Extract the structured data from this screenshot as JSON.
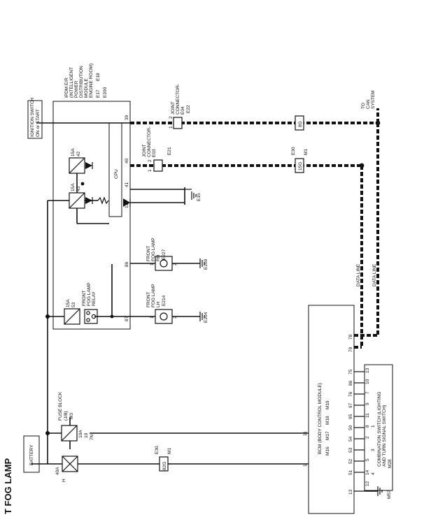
{
  "title": "T FOG LAMP",
  "battery": {
    "label": "BATTERY",
    "fuse": "40A",
    "fuse_id": "H"
  },
  "fuse_block": {
    "name": [
      "FUSE BLOCK",
      "(J/B)"
    ],
    "connector": "M3",
    "fuse": "10A",
    "fuse_no": "10",
    "pin": "7N"
  },
  "ignition": [
    "IGNITION SWITCH",
    "ON or START"
  ],
  "ipdm": {
    "name": [
      "IPDM E/R",
      "(INTELLIGENT",
      "POWER",
      "DISTRIBUTION",
      "MODULE",
      "ENGINE ROOM)"
    ],
    "connectors": [
      "E17",
      "E18",
      "E200"
    ],
    "cpu": "CPU",
    "pins": {
      "p39": "39",
      "p40": "40",
      "p41": "41",
      "p12": "12",
      "p86": "86",
      "p87": "87"
    },
    "fuses": [
      {
        "amp": "15A",
        "no": "42"
      },
      {
        "amp": "15A",
        "no": "43"
      },
      {
        "amp": "15A",
        "no": "53"
      }
    ],
    "relay": [
      "FRONT",
      "FOG LAMP",
      "RELAY"
    ]
  },
  "ground_e15": "E15",
  "joint_e04": {
    "name": [
      "JOINT",
      "CONNECTOR-",
      "E04"
    ],
    "connector": "E22",
    "pins": [
      "2",
      "1"
    ]
  },
  "joint_e03": {
    "name": [
      "JOINT",
      "CONNECTOR-",
      "E03"
    ],
    "connector": "E21",
    "pins": [
      "2",
      "1"
    ]
  },
  "harness": {
    "conn_a": "E30",
    "conn_b": "M1",
    "pin_8g": "8G",
    "pin_15g": "15G",
    "pin_82g": "82G"
  },
  "can": [
    "TO",
    "CAN",
    "SYSTEM"
  ],
  "data_line": "DATA LINE",
  "fog_rh": {
    "name": [
      "FRONT",
      "FOG LAMP",
      "RH"
    ],
    "connector": "E227",
    "ground": "E209",
    "pins": [
      "1",
      "2"
    ]
  },
  "fog_lh": {
    "name": [
      "FRONT",
      "FOG LAMP",
      "LH"
    ],
    "connector": "E214",
    "ground": "E204",
    "pins": [
      "1",
      "2"
    ]
  },
  "bcm": {
    "name": "BCM (BODY CONTROL MODULE)",
    "connectors": [
      "M16",
      "M17",
      "M18",
      "M19"
    ],
    "pins_top": [
      "79",
      "78"
    ],
    "pins_right": [
      "75",
      "86",
      "76",
      "97",
      "95",
      "50",
      "54",
      "53",
      "52",
      "51"
    ],
    "pin_11": "11",
    "pin_1": "1",
    "pin_13": "13"
  },
  "combo": {
    "name": [
      "COMBINATION SWITCH (LIGHTING",
      "AND TURN SIGNAL SWITCH)"
    ],
    "connector": "M28",
    "pins_row1": [
      "12",
      "14",
      "5",
      "2",
      "8",
      "11",
      "9",
      "7",
      "10",
      "13"
    ],
    "pins_row2": [
      "4",
      "3",
      "1"
    ]
  },
  "ground_m57": "M57"
}
